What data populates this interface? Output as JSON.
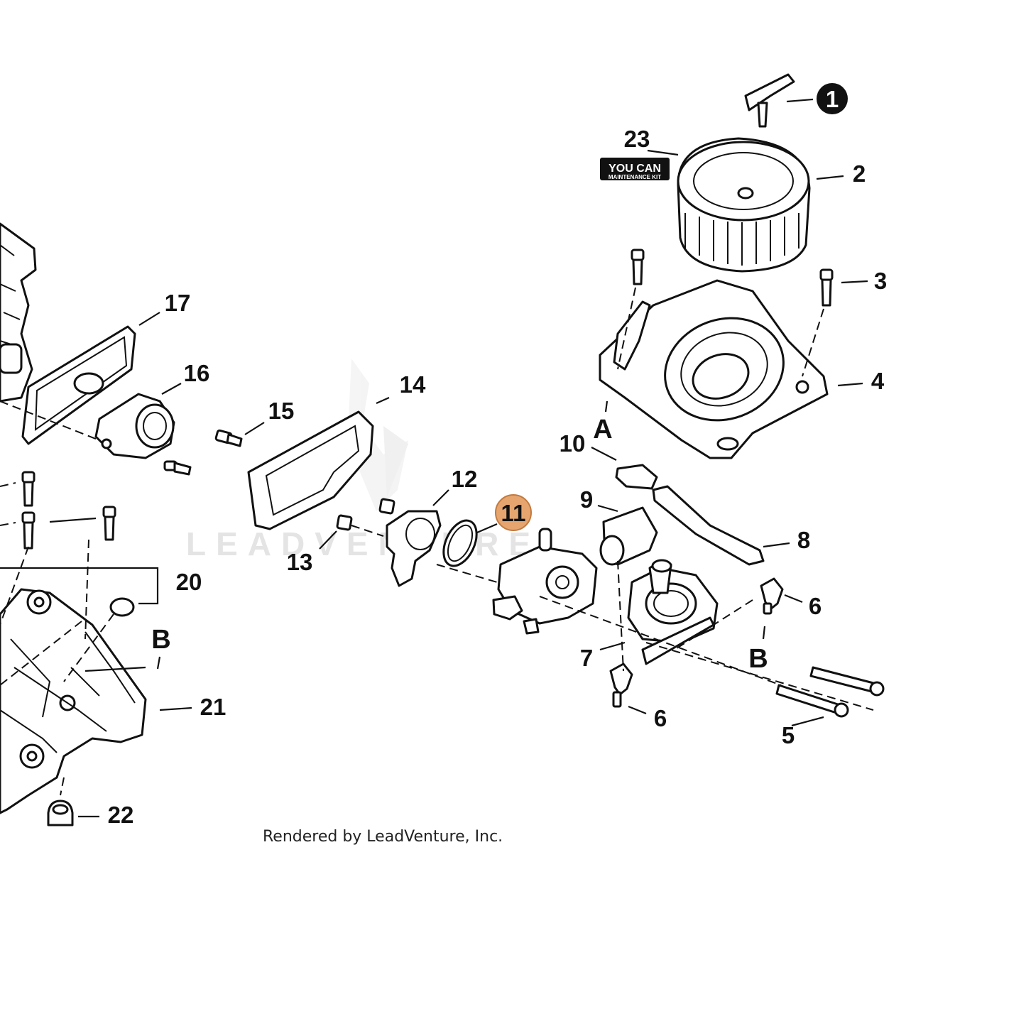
{
  "callouts": [
    {
      "id": "1",
      "label": "1",
      "style": "filled"
    },
    {
      "id": "2",
      "label": "2"
    },
    {
      "id": "3",
      "label": "3"
    },
    {
      "id": "4",
      "label": "4"
    },
    {
      "id": "5",
      "label": "5"
    },
    {
      "id": "6a",
      "label": "6"
    },
    {
      "id": "6b",
      "label": "6"
    },
    {
      "id": "7",
      "label": "7"
    },
    {
      "id": "8",
      "label": "8"
    },
    {
      "id": "9",
      "label": "9"
    },
    {
      "id": "10",
      "label": "10"
    },
    {
      "id": "11",
      "label": "11",
      "style": "highlighted"
    },
    {
      "id": "12",
      "label": "12"
    },
    {
      "id": "13",
      "label": "13"
    },
    {
      "id": "14",
      "label": "14"
    },
    {
      "id": "15",
      "label": "15"
    },
    {
      "id": "16",
      "label": "16"
    },
    {
      "id": "17",
      "label": "17"
    },
    {
      "id": "20",
      "label": "20"
    },
    {
      "id": "21",
      "label": "21"
    },
    {
      "id": "22",
      "label": "22"
    },
    {
      "id": "23",
      "label": "23"
    }
  ],
  "reference_letters": {
    "a": "A",
    "b_left": "B",
    "b_right": "B"
  },
  "kit_badge": {
    "line1": "YOU CAN",
    "line2": "MAINTENANCE KIT"
  },
  "watermark": "LEADVENTURE",
  "credit": "Rendered by LeadVenture, Inc.",
  "colors": {
    "highlight": "#e6a56f",
    "line": "#111111"
  }
}
